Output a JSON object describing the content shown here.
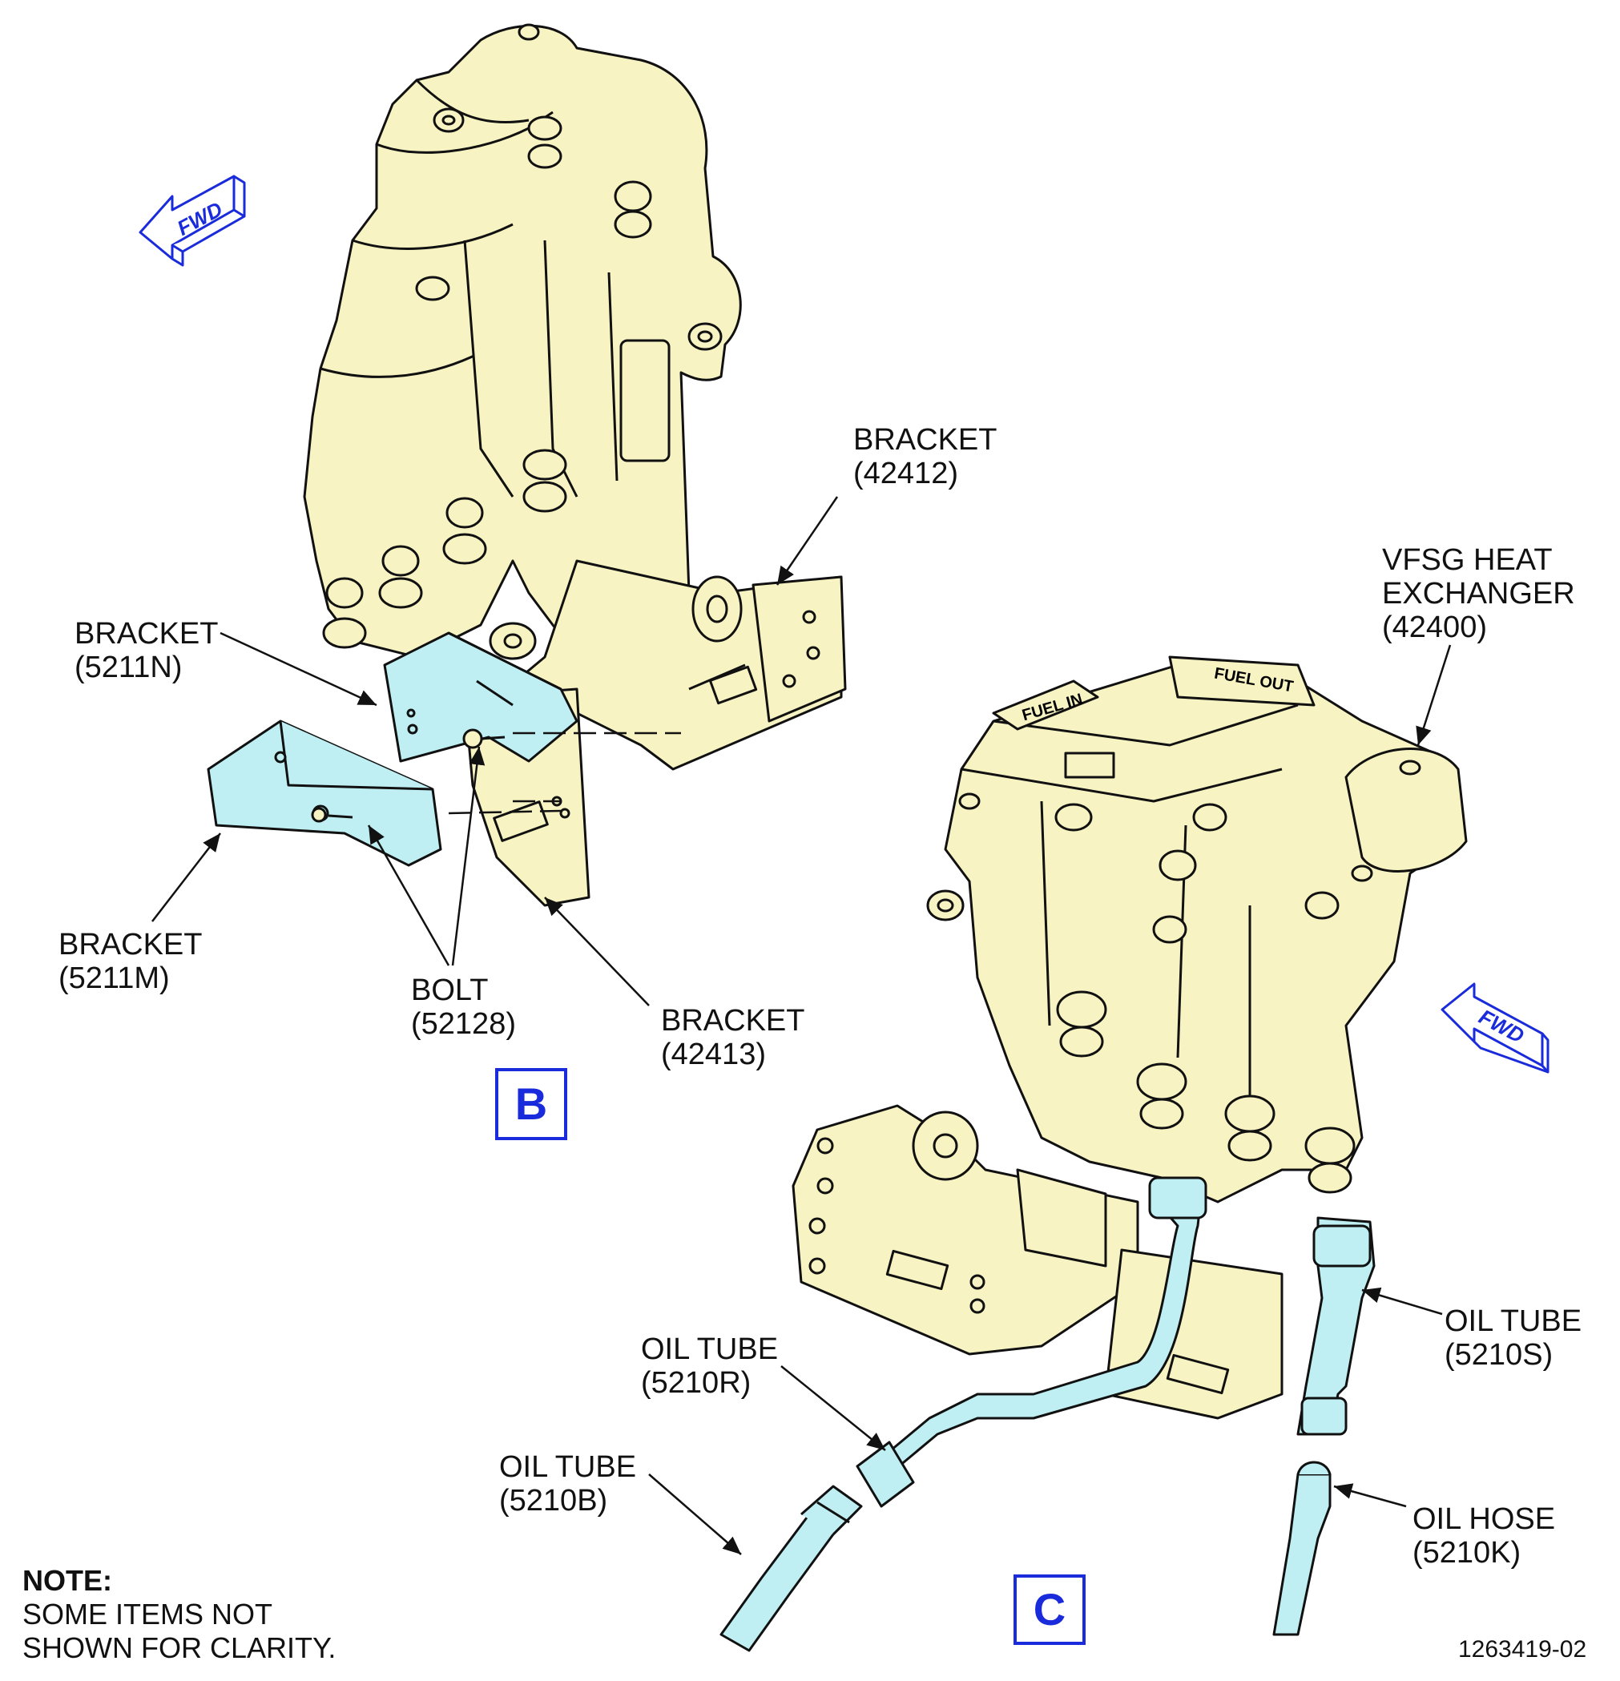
{
  "colors": {
    "component_fill": "#f8f3c3",
    "highlight_fill": "#bfeff2",
    "fwd_arrow": "#1a2bdb",
    "line": "#111111"
  },
  "views": {
    "b": {
      "label": "B",
      "fwd_label": "FWD",
      "callouts": {
        "bracket_42412": {
          "line1": "BRACKET",
          "line2": "(42412)"
        },
        "bracket_5211n": {
          "line1": "BRACKET",
          "line2": "(5211N)"
        },
        "bracket_5211m": {
          "line1": "BRACKET",
          "line2": "(5211M)"
        },
        "bolt_52128": {
          "line1": "BOLT",
          "line2": "(52128)"
        },
        "bracket_42413": {
          "line1": "BRACKET",
          "line2": "(42413)"
        }
      }
    },
    "c": {
      "label": "C",
      "fwd_label": "FWD",
      "part_text": {
        "fuel_in": "FUEL IN",
        "fuel_out": "FUEL OUT"
      },
      "callouts": {
        "heat_exchanger": {
          "line1": "VFSG HEAT",
          "line2": "EXCHANGER",
          "line3": "(42400)"
        },
        "oil_tube_5210s": {
          "line1": "OIL TUBE",
          "line2": "(5210S)"
        },
        "oil_tube_5210r": {
          "line1": "OIL TUBE",
          "line2": "(5210R)"
        },
        "oil_tube_5210b": {
          "line1": "OIL TUBE",
          "line2": "(5210B)"
        },
        "oil_hose_5210k": {
          "line1": "OIL HOSE",
          "line2": "(5210K)"
        }
      }
    }
  },
  "note": {
    "heading": "NOTE:",
    "line1": "SOME ITEMS NOT",
    "line2": "SHOWN FOR CLARITY."
  },
  "figure_number": "1263419-02"
}
